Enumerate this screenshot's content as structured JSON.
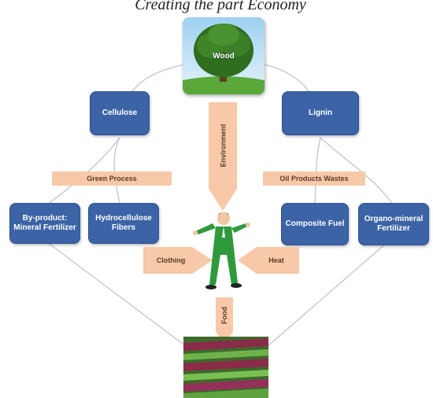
{
  "title": "Creating the part Economy",
  "nodes": {
    "wood": "Wood",
    "cellulose": "Cellulose",
    "lignin": "Lignin",
    "byproduct": "By-product: Mineral Fertilizer",
    "hydrocellulose": "Hydrocellulose Fibers",
    "composite": "Composite Fuel",
    "organo_mineral": "Organo-mineral Fertilizer"
  },
  "bands": {
    "green_process": "Green Process",
    "oil_products": "Oil Products Wastes"
  },
  "arrows": {
    "environment": "Environment",
    "clothing": "Clothing",
    "heat": "Heat",
    "food": "Food"
  },
  "icons": {
    "tree": "tree-icon",
    "person": "person-icon",
    "field": "field-icon"
  },
  "colors": {
    "box": "#3b63a6",
    "band": "#f7c9a8",
    "connector": "#bfc6cf",
    "person_suit": "#2e9a3c"
  }
}
